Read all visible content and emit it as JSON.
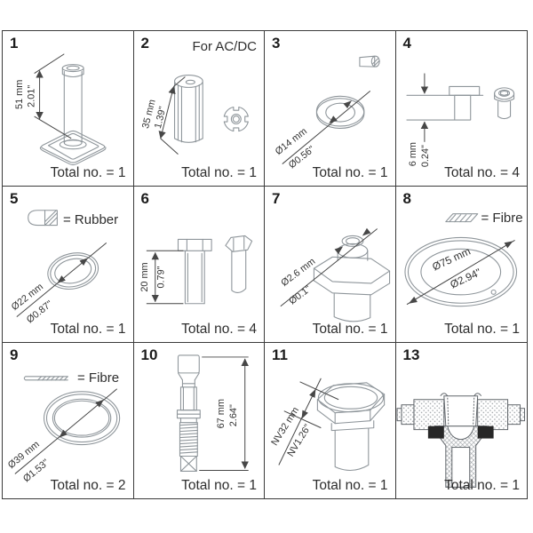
{
  "colors": {
    "grid_line": "#3b3b3b",
    "part_line": "#8f969b",
    "dim_line": "#474747",
    "seal_fill": "#272727"
  },
  "cells": [
    {
      "number": "1",
      "dim_mm": "51 mm",
      "dim_in": "2.01\"",
      "total": "Total no. = 1"
    },
    {
      "number": "2",
      "note": "For AC/DC",
      "dim_mm": "35 mm",
      "dim_in": "1.39\"",
      "total": "Total no. = 1"
    },
    {
      "number": "3",
      "dim_mm": "Ø14 mm",
      "dim_in": "Ø0.56\"",
      "total": "Total no. = 1"
    },
    {
      "number": "4",
      "dim_mm": "6 mm",
      "dim_in": "0.24\"",
      "total": "Total no. = 4"
    },
    {
      "number": "5",
      "legend": "= Rubber",
      "dim_mm": "Ø22 mm",
      "dim_in": "Ø0.87\"",
      "total": "Total no. = 1"
    },
    {
      "number": "6",
      "dim_mm": "20 mm",
      "dim_in": "0.79\"",
      "total": "Total no. = 4"
    },
    {
      "number": "7",
      "dim_mm": "Ø2.6 mm",
      "dim_in": "Ø0.1\"",
      "total": "Total no. = 1"
    },
    {
      "number": "8",
      "legend": "= Fibre",
      "dim_mm": "Ø75 mm",
      "dim_in": "Ø2.94\"",
      "total": "Total no. = 1"
    },
    {
      "number": "9",
      "legend": "= Fibre",
      "dim_mm": "Ø39 mm",
      "dim_in": "Ø1.53\"",
      "total": "Total no. = 2"
    },
    {
      "number": "10",
      "dim_mm": "67 mm",
      "dim_in": "2.64\"",
      "total": "Total no. = 1"
    },
    {
      "number": "11",
      "dim_mm": "NV32 mm",
      "dim_in": "NV1.26\"",
      "total": "Total no. = 1"
    },
    {
      "number": "13",
      "total": "Total no. = 1"
    }
  ]
}
